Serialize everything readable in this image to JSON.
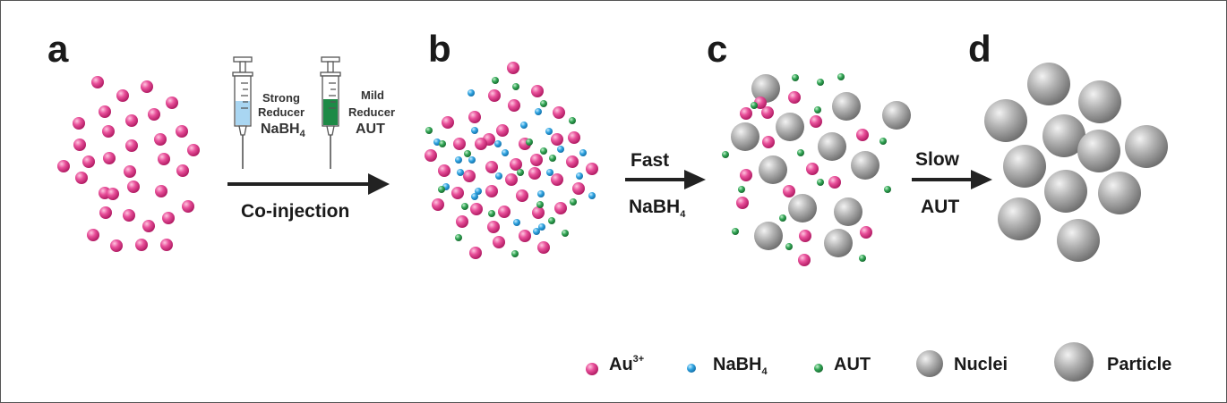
{
  "panels": {
    "a": "a",
    "b": "b",
    "c": "c",
    "d": "d"
  },
  "syringes": {
    "strong": {
      "line1": "Strong",
      "line2": "Reducer",
      "reagent": "NaBH",
      "reagent_sub": "4"
    },
    "mild": {
      "line1": "Mild",
      "line2": "Reducer",
      "reagent": "AUT"
    }
  },
  "arrows": {
    "coinjection": "Co-injection",
    "fast": {
      "top": "Fast",
      "bottom": "NaBH",
      "bottom_sub": "4"
    },
    "slow": {
      "top": "Slow",
      "bottom": "AUT"
    }
  },
  "legend": {
    "au": {
      "label": "Au",
      "sup": "3+"
    },
    "nabh4": {
      "label": "NaBH",
      "sub": "4"
    },
    "aut": {
      "label": "AUT"
    },
    "nuclei": {
      "label": "Nuclei"
    },
    "particle": {
      "label": "Particle"
    }
  },
  "colors": {
    "au": "#e0408a",
    "nabh4": "#2e9fdc",
    "aut": "#2e9a4e",
    "sphere": "#a3a3a3",
    "arrow": "#222222",
    "strong_fluid": "#a9d6f2",
    "mild_fluid": "#1d8a46"
  }
}
